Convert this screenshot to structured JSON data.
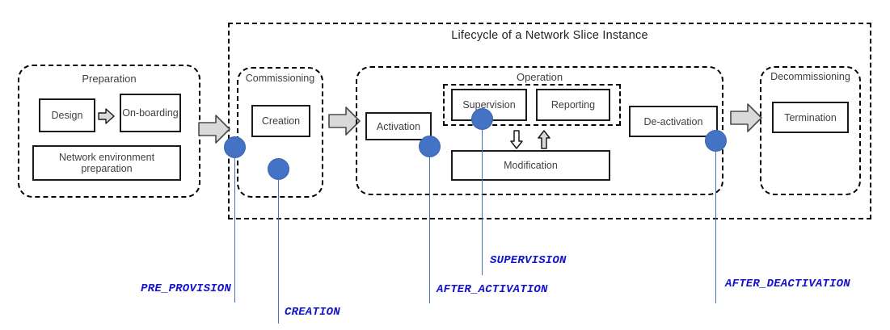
{
  "diagram": {
    "title": "Lifecycle of a Network Slice Instance",
    "accent_blue": "#4472C4",
    "label_blue": "#1414CC",
    "box_gray": "#D9D9D9"
  },
  "phases": {
    "preparation": {
      "caption": "Preparation",
      "boxes": {
        "design": "Design",
        "onboarding": "On-boarding",
        "network_env": "Network environment preparation"
      },
      "arrow_icon": "right-arrow-icon"
    },
    "commissioning": {
      "caption": "Commissioning",
      "boxes": {
        "creation": "Creation"
      }
    },
    "operation": {
      "caption": "Operation",
      "boxes": {
        "activation": "Activation",
        "supervision": "Supervision",
        "reporting": "Reporting",
        "modification": "Modification",
        "deactivation": "De-activation"
      },
      "exchange_icons": {
        "down": "arrow-down-icon",
        "up": "arrow-up-icon"
      }
    },
    "decommissioning": {
      "caption": "Decommissioning",
      "boxes": {
        "termination": "Termination"
      }
    }
  },
  "transitions": [
    {
      "name": "preparation-to-commissioning",
      "icon": "right-arrow-icon"
    },
    {
      "name": "commissioning-to-operation",
      "icon": "right-arrow-icon"
    },
    {
      "name": "operation-to-decommissioning",
      "icon": "right-arrow-icon"
    }
  ],
  "markers": [
    {
      "id": "pre-provision",
      "label": "PRE_PROVISION"
    },
    {
      "id": "creation",
      "label": "CREATION"
    },
    {
      "id": "after-activation",
      "label": "AFTER_ACTIVATION"
    },
    {
      "id": "supervision",
      "label": "SUPERVISION"
    },
    {
      "id": "after-deactivation",
      "label": "AFTER_DEACTIVATION"
    }
  ]
}
